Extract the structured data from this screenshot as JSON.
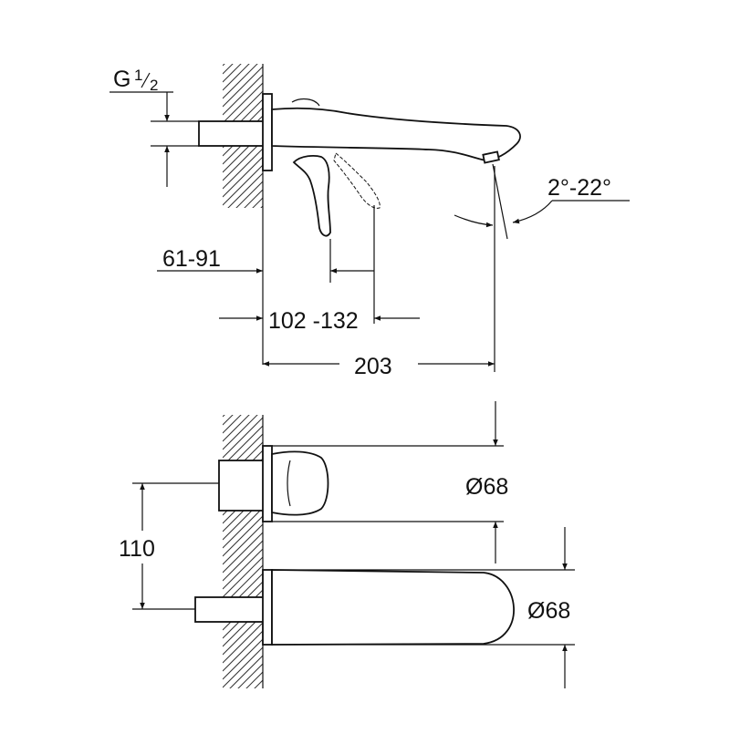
{
  "labels": {
    "thread_prefix": "G",
    "thread_num": "1",
    "thread_den": "2",
    "reach_wall": "61-91",
    "reach_lever": "102 -132",
    "spout_length": "203",
    "angle": "2°-22°",
    "handle_diameter": "Ø68",
    "outlet_diameter": "Ø68",
    "centers": "110"
  }
}
